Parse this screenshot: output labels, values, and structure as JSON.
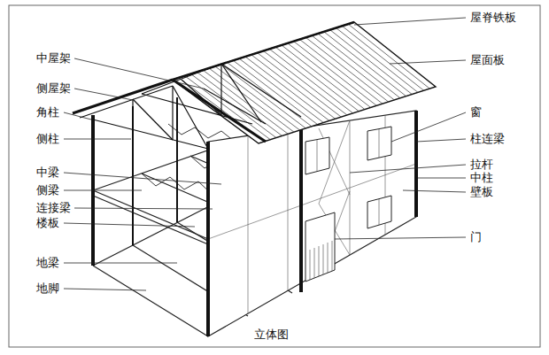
{
  "diagram": {
    "caption": "立体图",
    "labels": [
      "中屋架",
      "侧屋架",
      "角柱",
      "侧柱",
      "中梁",
      "侧梁",
      "连接梁",
      "楼板",
      "地梁",
      "地脚",
      "屋脊铁板",
      "屋面板",
      "窗",
      "柱连梁",
      "拉杆",
      "中柱",
      "壁板",
      "门"
    ]
  }
}
